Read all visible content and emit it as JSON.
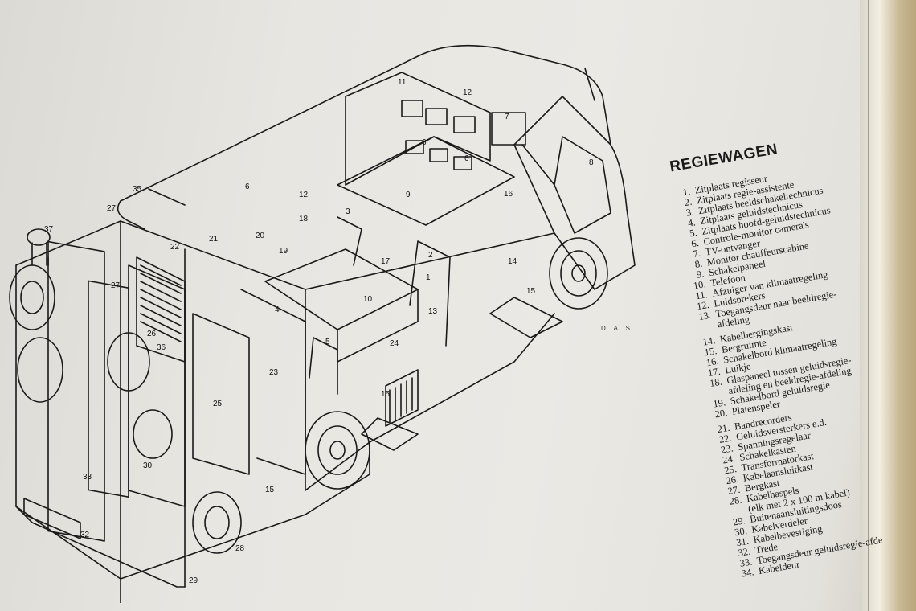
{
  "title": "REGIEWAGEN",
  "artist_mark": "D A S",
  "legend": [
    {
      "num": "1.",
      "text": "Zitplaats regisseur"
    },
    {
      "num": "2.",
      "text": "Zitplaats regie-assistente"
    },
    {
      "num": "3.",
      "text": "Zitplaats beeldschakeltechnicus"
    },
    {
      "num": "4.",
      "text": "Zitplaats geluidstechnicus"
    },
    {
      "num": "5.",
      "text": "Zitplaats hoofd-geluidstechnicus"
    },
    {
      "num": "6.",
      "text": "Controle-monitor camera's"
    },
    {
      "num": "7.",
      "text": "TV-ontvanger"
    },
    {
      "num": "8.",
      "text": "Monitor chauffeurscabine"
    },
    {
      "num": "9.",
      "text": "Schakelpaneel"
    },
    {
      "num": "10.",
      "text": "Telefoon"
    },
    {
      "num": "11.",
      "text": "Afzuiger van klimaatregeling"
    },
    {
      "num": "12.",
      "text": "Luidsprekers"
    },
    {
      "num": "13.",
      "text": "Toegangsdeur naar beeldregie-"
    },
    {
      "num": "",
      "text": "afdeling"
    },
    {
      "num": "14.",
      "text": "Kabelbergingskast"
    },
    {
      "num": "15.",
      "text": "Bergruimte"
    },
    {
      "num": "16.",
      "text": "Schakelbord klimaatregeling"
    },
    {
      "num": "17.",
      "text": "Luikje"
    },
    {
      "num": "18.",
      "text": "Glaspaneel tussen geluidsregie-"
    },
    {
      "num": "",
      "text": "afdeling en beeldregie-afdeling"
    },
    {
      "num": "19.",
      "text": "Schakelbord geluidsregie"
    },
    {
      "num": "20.",
      "text": "Platenspeler"
    },
    {
      "num": "21.",
      "text": "Bandrecorders"
    },
    {
      "num": "22.",
      "text": "Geluidsversterkers e.d."
    },
    {
      "num": "23.",
      "text": "Spanningsregelaar"
    },
    {
      "num": "24.",
      "text": "Schakelkasten"
    },
    {
      "num": "25.",
      "text": "Transformatorkast"
    },
    {
      "num": "26.",
      "text": "Kabelaansluitkast"
    },
    {
      "num": "27.",
      "text": "Bergkast"
    },
    {
      "num": "28.",
      "text": "Kabelhaspels"
    },
    {
      "num": "",
      "text": "(elk met 2 x 100 m kabel)"
    },
    {
      "num": "29.",
      "text": "Buitenaansluitingsdoos"
    },
    {
      "num": "30.",
      "text": "Kabelverdeler"
    },
    {
      "num": "31.",
      "text": "Kabelbevestiging"
    },
    {
      "num": "32.",
      "text": "Trede"
    },
    {
      "num": "33.",
      "text": "Toegangsdeur geluidsregie-afde"
    },
    {
      "num": "34.",
      "text": "Kabeldeur"
    }
  ],
  "callouts": [
    {
      "id": "c1",
      "text": "1"
    },
    {
      "id": "c2",
      "text": "2"
    },
    {
      "id": "c3",
      "text": "3"
    },
    {
      "id": "c4",
      "text": "4"
    },
    {
      "id": "c5",
      "text": "5"
    },
    {
      "id": "c6a",
      "text": "6"
    },
    {
      "id": "c6b",
      "text": "6"
    },
    {
      "id": "c6c",
      "text": "6"
    },
    {
      "id": "c7",
      "text": "7"
    },
    {
      "id": "c8",
      "text": "8"
    },
    {
      "id": "c9",
      "text": "9"
    },
    {
      "id": "c10",
      "text": "10"
    },
    {
      "id": "c11",
      "text": "11"
    },
    {
      "id": "c12a",
      "text": "12"
    },
    {
      "id": "c12b",
      "text": "12"
    },
    {
      "id": "c13",
      "text": "13"
    },
    {
      "id": "c14",
      "text": "14"
    },
    {
      "id": "c15a",
      "text": "15"
    },
    {
      "id": "c15b",
      "text": "15"
    },
    {
      "id": "c15c",
      "text": "15"
    },
    {
      "id": "c16",
      "text": "16"
    },
    {
      "id": "c17",
      "text": "17"
    },
    {
      "id": "c18",
      "text": "18"
    },
    {
      "id": "c19",
      "text": "19"
    },
    {
      "id": "c20",
      "text": "20"
    },
    {
      "id": "c21",
      "text": "21"
    },
    {
      "id": "c22",
      "text": "22"
    },
    {
      "id": "c23",
      "text": "23"
    },
    {
      "id": "c24",
      "text": "24"
    },
    {
      "id": "c25",
      "text": "25"
    },
    {
      "id": "c26",
      "text": "26"
    },
    {
      "id": "c27a",
      "text": "27"
    },
    {
      "id": "c27b",
      "text": "27"
    },
    {
      "id": "c28",
      "text": "28"
    },
    {
      "id": "c29",
      "text": "29"
    },
    {
      "id": "c30",
      "text": "30"
    },
    {
      "id": "c32",
      "text": "32"
    },
    {
      "id": "c33",
      "text": "33"
    },
    {
      "id": "c35",
      "text": "35"
    },
    {
      "id": "c36",
      "text": "36"
    },
    {
      "id": "c37",
      "text": "37"
    }
  ],
  "colors": {
    "ink": "#1a1a1a",
    "paper": "#ebe9e4"
  }
}
